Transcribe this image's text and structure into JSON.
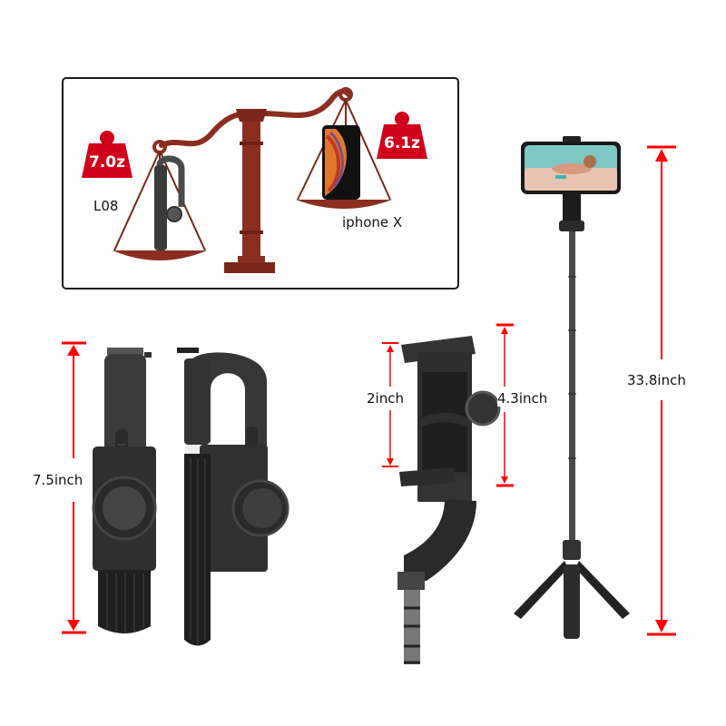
{
  "comparison": {
    "left_item": {
      "name": "L08",
      "weight": "7.0z"
    },
    "right_item": {
      "name": "iphone X",
      "weight": "6.1z"
    }
  },
  "dimensions": {
    "folded_height": "7.5inch",
    "clamp_min": "2inch",
    "clamp_max": "4.3inch",
    "extended_height": "33.8inch"
  },
  "colors": {
    "scale": "#8b2e1f",
    "weight_badge": "#d0021b",
    "dimension_arrow": "#ff0000",
    "device": "#2b2b2b"
  }
}
